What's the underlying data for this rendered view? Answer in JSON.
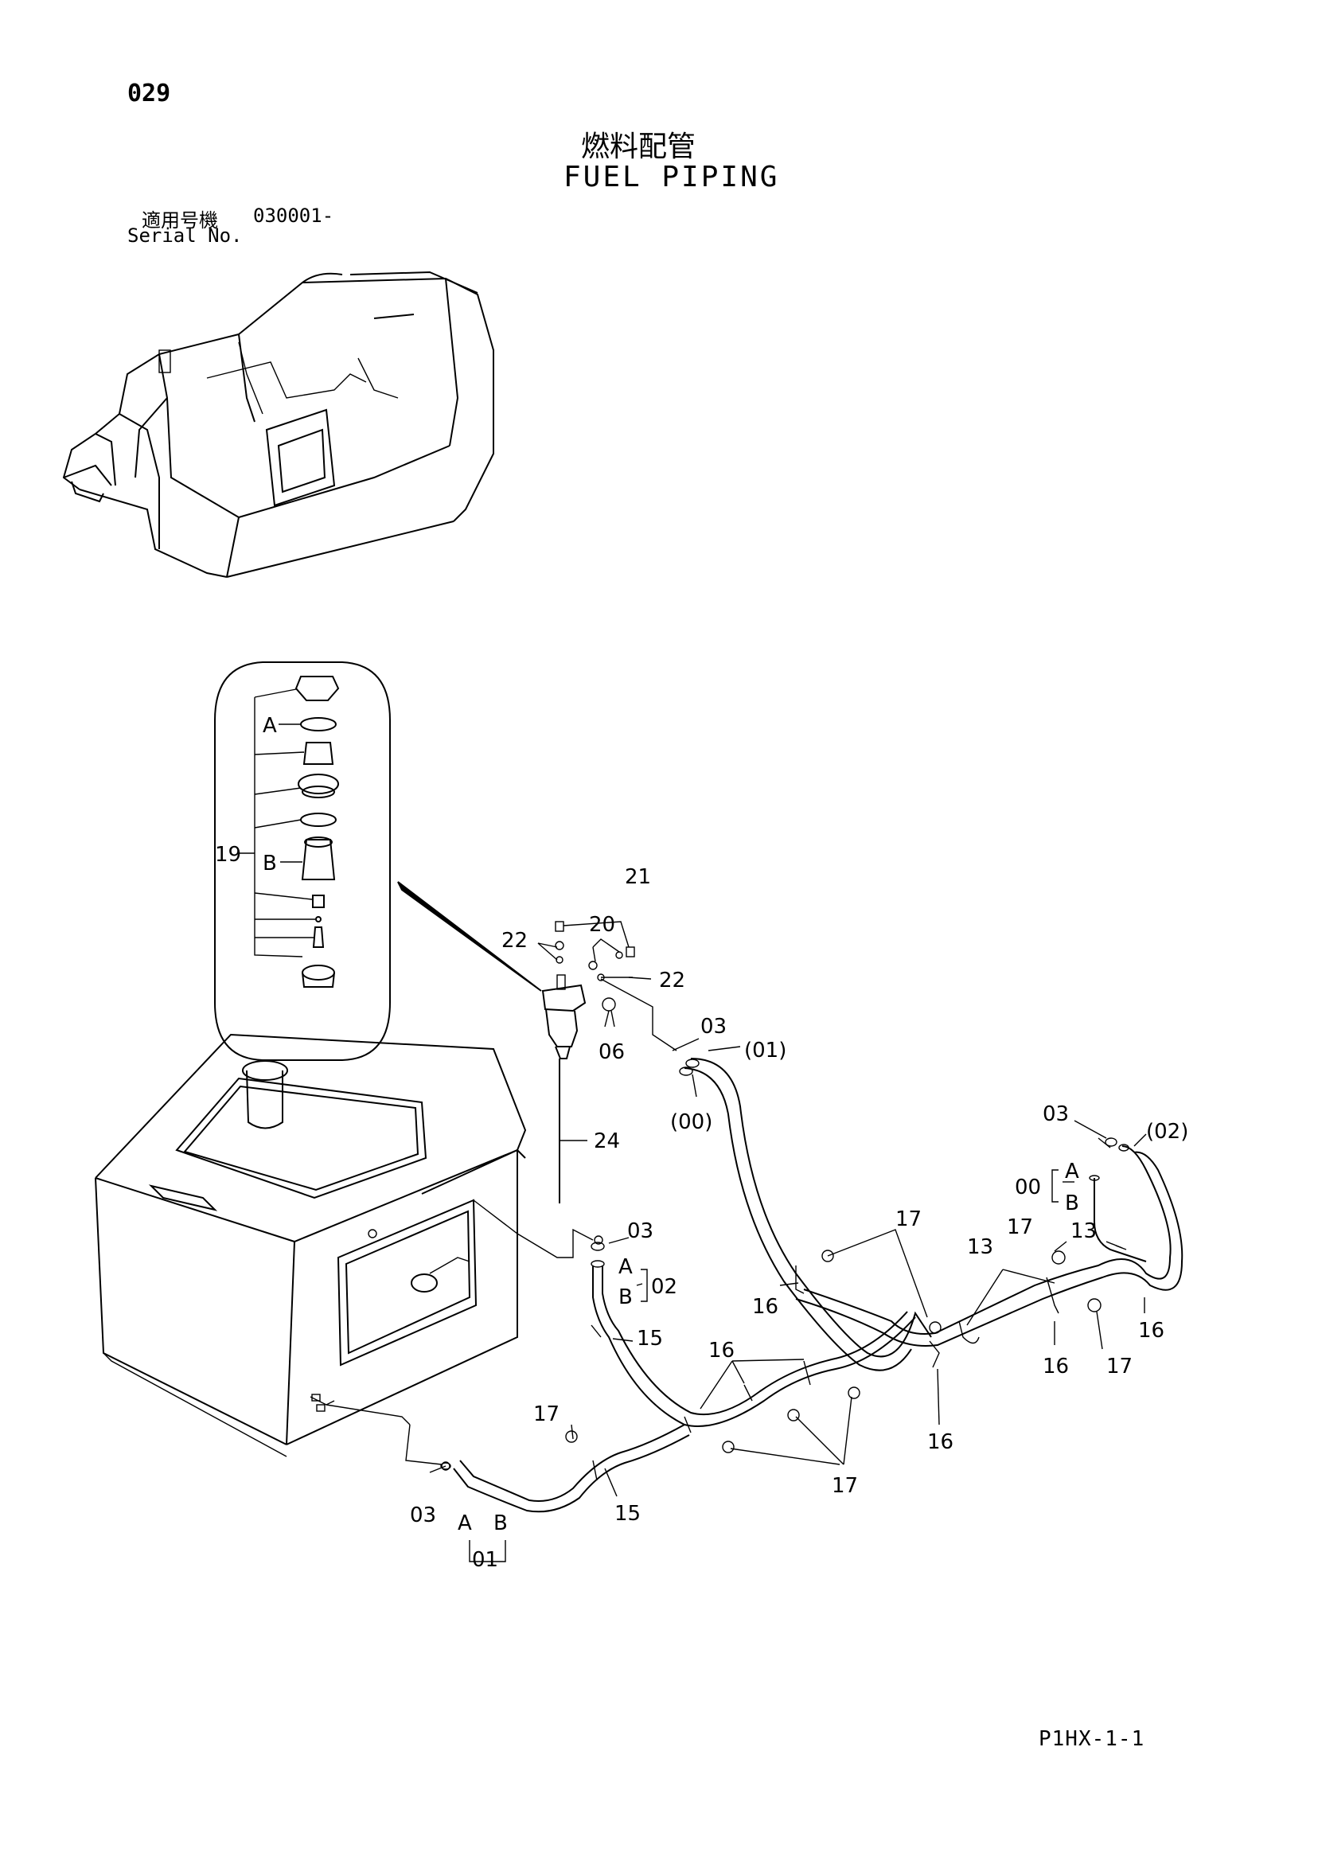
{
  "header": {
    "page_number": "029",
    "title_ja": "燃料配管",
    "title_en": "FUEL PIPING",
    "serial_label_ja": "適用号機",
    "serial_value": "030001-",
    "serial_label_en": "Serial No."
  },
  "footer": {
    "code": "P1HX-1-1"
  },
  "callouts": {
    "filter_assembly": "19",
    "filter_part_a": "A",
    "filter_part_b": "B",
    "screw_21": "21",
    "pipe_20": "20",
    "washer_22_left": "22",
    "washer_22_right": "22",
    "bolt_06": "06",
    "hose_03_top": "03",
    "hose_01_paren": "(01)",
    "hose_00_paren": "(00)",
    "tube_24": "24",
    "clamp_03_right": "03",
    "hose_02_paren": "(02)",
    "hose_00_label": "00",
    "hose_00_a": "A",
    "hose_00_b": "B",
    "clamp_03_mid": "03",
    "hose_02_label": "02",
    "hose_02_a": "A",
    "hose_02_b": "B",
    "clamp_15_top": "15",
    "bolt_17_top": "17",
    "bolt_17_right": "17",
    "clamp_13_mid": "13",
    "clamp_13_right": "13",
    "clamp_16_a": "16",
    "clamp_16_b": "16",
    "clamp_16_c": "16",
    "clamp_16_d": "16",
    "clamp_16_e": "16",
    "bolt_17_right_low": "17",
    "bolt_17_left": "17",
    "bolt_17_bottom": "17",
    "clamp_15_bottom": "15",
    "clamp_03_bottom": "03",
    "hose_01_a": "A",
    "hose_01_b": "B",
    "hose_01_label": "01"
  }
}
